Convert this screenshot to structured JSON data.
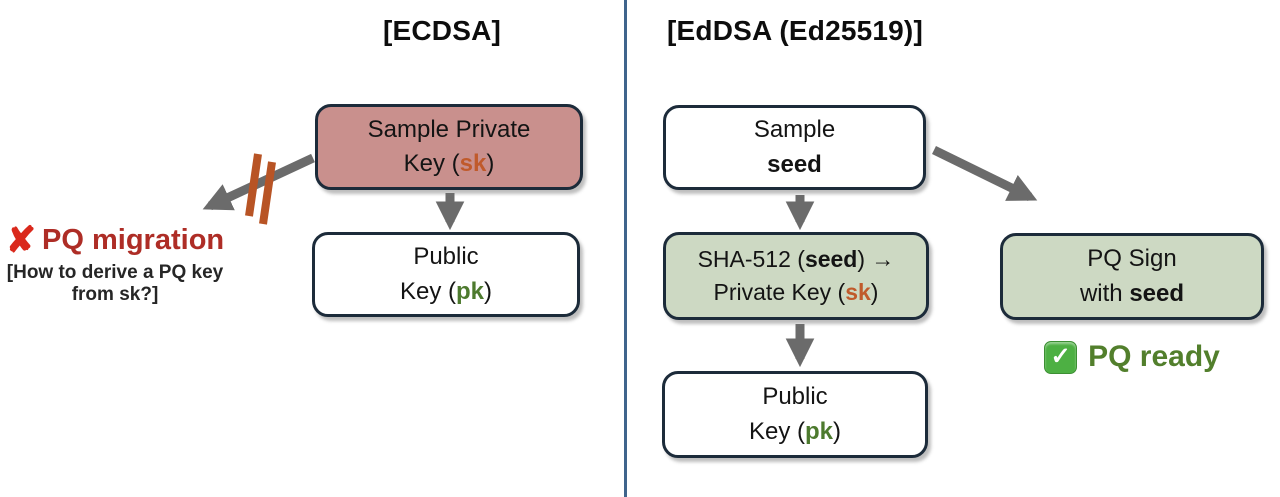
{
  "diagram": {
    "kind": "comparison-flowchart",
    "topic": "ECDSA vs EdDSA (Ed25519) key derivation and post-quantum readiness"
  },
  "colors": {
    "divider": "#3f648c",
    "node_border": "#1c2b3a",
    "pink_fill": "#c9908d",
    "green_fill": "#cdd9c3",
    "white_fill": "#ffffff",
    "arrow_gray": "#6b6b6b",
    "blocked_slash": "#b85425",
    "sk_orange": "#c05a2b",
    "pk_green": "#4d7a2e",
    "x_icon_red": "#da291c",
    "pq_migration_red": "#ae2d26",
    "pq_ready_green": "#527f2c",
    "check_icon_green": "#4db043"
  },
  "left": {
    "title": "[ECDSA]",
    "sample_private_key_box": {
      "line1": "Sample Private",
      "line2_pre": "Key (",
      "line2_key": "sk",
      "line2_post": ")"
    },
    "public_key_box": {
      "line1": "Public",
      "line2_pre": "Key (",
      "line2_key": "pk",
      "line2_post": ")"
    },
    "pq_migration": {
      "x_icon": "✘",
      "label": "PQ migration",
      "note_line1": "[How to derive a PQ key",
      "note_line2": "from sk?]"
    }
  },
  "right": {
    "title": "[EdDSA (Ed25519)]",
    "sample_seed_box": {
      "line1": "Sample",
      "line2": "seed"
    },
    "sha512_box": {
      "line1_pre": "SHA-512 (",
      "line1_bold": "seed",
      "line1_post": ") →",
      "line2_pre": "Private Key (",
      "line2_key": "sk",
      "line2_post": ")"
    },
    "public_key_box": {
      "line1": "Public",
      "line2_pre": "Key (",
      "line2_key": "pk",
      "line2_post": ")"
    },
    "pq_sign_box": {
      "line1": "PQ Sign",
      "line2_pre": "with ",
      "line2_bold": "seed"
    },
    "pq_ready": {
      "check_icon": "✓",
      "label": "PQ ready"
    }
  }
}
